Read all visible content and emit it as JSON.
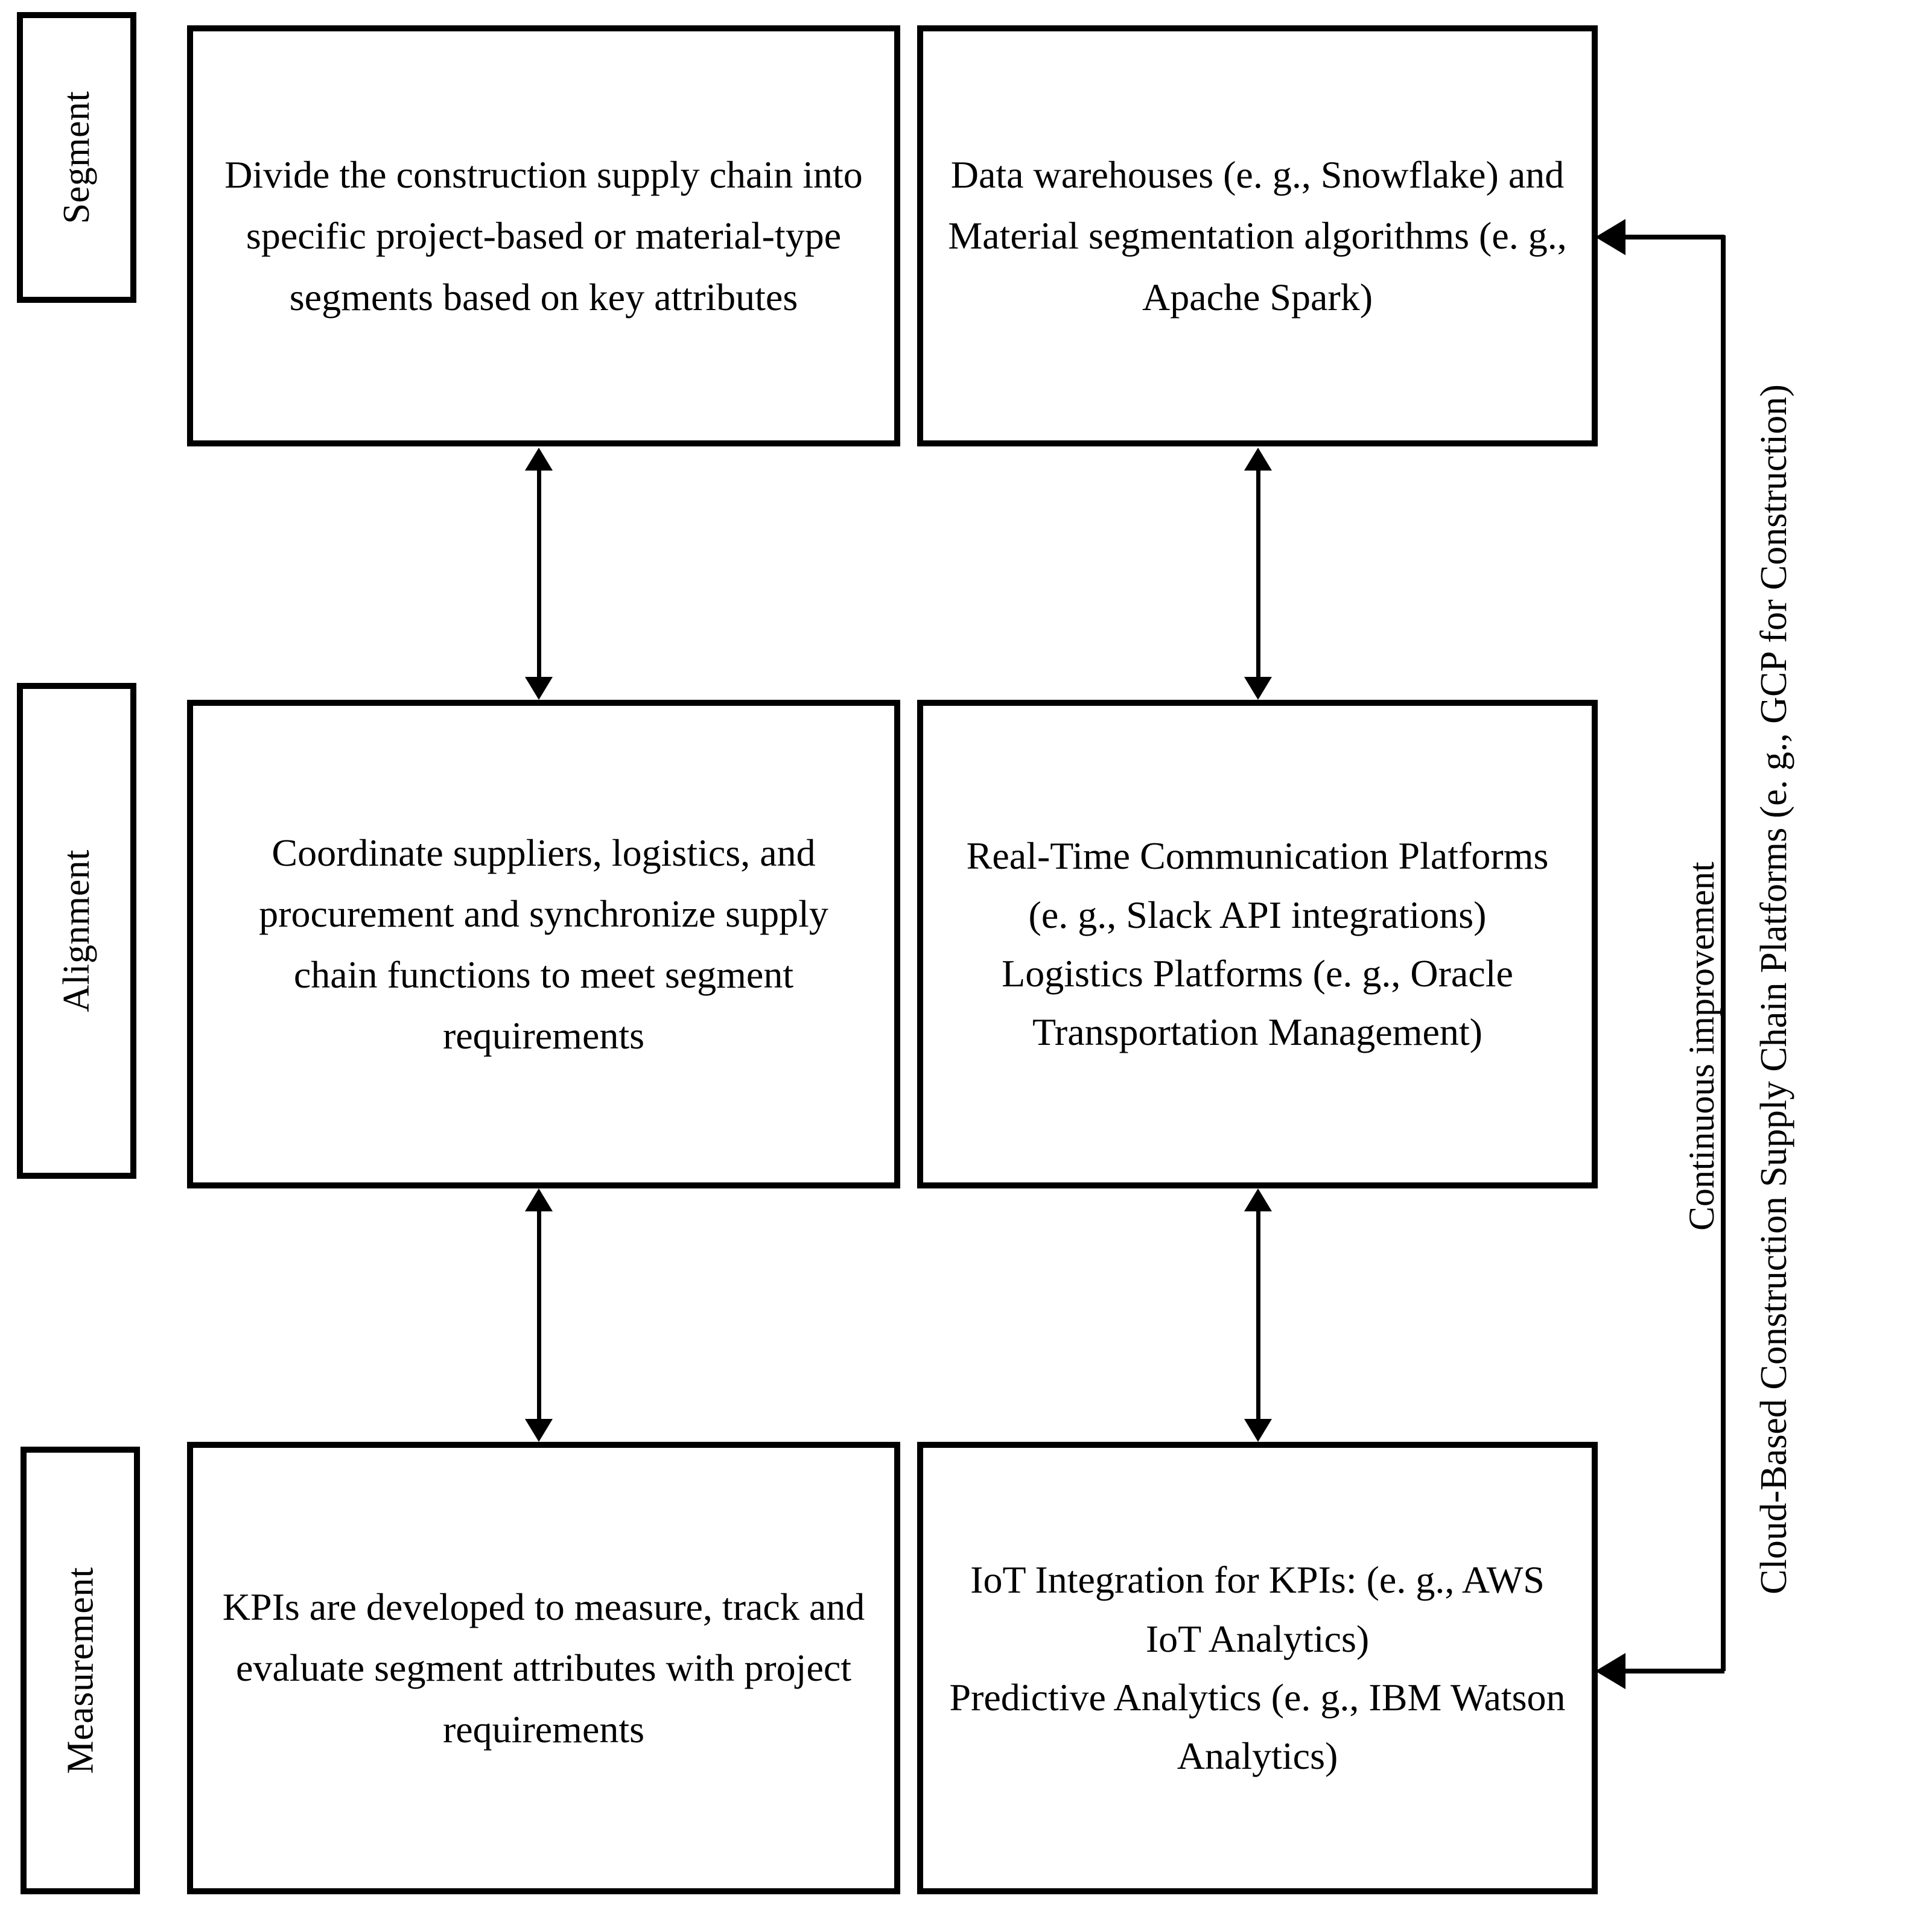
{
  "figure": {
    "type": "process-framework-diagram",
    "accent_color": "#000000",
    "background_color": "#ffffff"
  },
  "stages": [
    {
      "label": "Segment"
    },
    {
      "label": "Alignment"
    },
    {
      "label": "Measurement"
    }
  ],
  "nodes": {
    "segment_practice": "Divide the construction supply chain into specific project-based or material-type segments based on key attributes",
    "segment_technology": "Data warehouses (e. g., Snowflake) and Material segmentation algorithms (e. g., Apache Spark)",
    "alignment_practice": "Coordinate suppliers, logistics, and procurement and synchronize supply chain functions to meet segment requirements",
    "alignment_technology_line1": "Real-Time Communication Platforms (e. g., Slack API integrations)",
    "alignment_technology_line2": "Logistics Platforms (e. g., Oracle Transportation Management)",
    "measurement_practice": "KPIs are developed to measure, track and evaluate segment attributes with project requirements",
    "measurement_technology_line1": "IoT Integration for KPIs: (e. g., AWS IoT Analytics)",
    "measurement_technology_line2": "Predictive Analytics (e. g., IBM Watson Analytics)"
  },
  "annotations": {
    "continuous_improvement": "Continuous improvement",
    "cloud_platforms": "Cloud-Based Construction Supply Chain Platforms (e. g., GCP for Construction)"
  },
  "connectors": [
    {
      "name": "segment-to-alignment-practice",
      "style": "double-headed-vertical-arrow"
    },
    {
      "name": "segment-to-alignment-technology",
      "style": "double-headed-vertical-arrow"
    },
    {
      "name": "alignment-to-measurement-practice",
      "style": "double-headed-vertical-arrow"
    },
    {
      "name": "alignment-to-measurement-technology",
      "style": "double-headed-vertical-arrow"
    },
    {
      "name": "feedback-loop-to-segment-technology",
      "style": "elbow-arrow-left"
    },
    {
      "name": "feedback-loop-to-measurement-technology",
      "style": "elbow-arrow-left"
    }
  ]
}
